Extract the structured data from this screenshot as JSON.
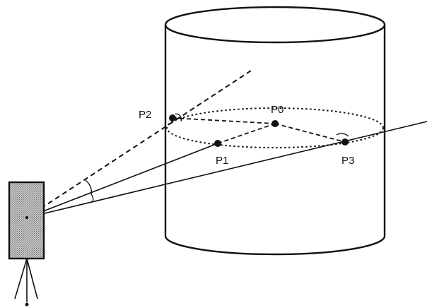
{
  "points": {
    "p0": "P0",
    "p1": "P1",
    "p2": "P2",
    "p3": "P3"
  },
  "colors": {
    "stroke": "#111111",
    "instrument_fill": "#b8b8b8",
    "background": "#ffffff"
  }
}
